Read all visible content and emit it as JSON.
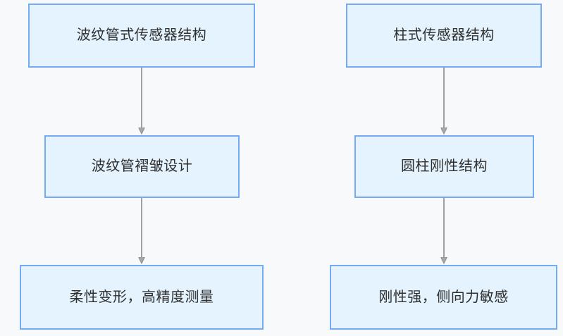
{
  "diagram": {
    "type": "flowchart",
    "orientation": "top-to-bottom",
    "columns": 2,
    "background_color": "#f8f9fb",
    "node_fill_color": "#e4f3fd",
    "node_border_color": "#75abf5",
    "node_text_color": "#2f2f2f",
    "edge_color": "#9e9e9e",
    "branches": [
      {
        "id": "bellows",
        "nodes": [
          {
            "id": "a1",
            "label": "波纹管式传感器结构"
          },
          {
            "id": "a2",
            "label": "波纹管褶皱设计"
          },
          {
            "id": "a3",
            "label": "柔性变形，高精度测量"
          }
        ],
        "edges": [
          {
            "from": "a1",
            "to": "a2",
            "arrow": "down",
            "label": ""
          },
          {
            "from": "a2",
            "to": "a3",
            "arrow": "down",
            "label": ""
          }
        ]
      },
      {
        "id": "column",
        "nodes": [
          {
            "id": "b1",
            "label": "柱式传感器结构"
          },
          {
            "id": "b2",
            "label": "圆柱刚性结构"
          },
          {
            "id": "b3",
            "label": "刚性强，侧向力敏感"
          }
        ],
        "edges": [
          {
            "from": "b1",
            "to": "b2",
            "arrow": "down",
            "label": ""
          },
          {
            "from": "b2",
            "to": "b3",
            "arrow": "down",
            "label": ""
          }
        ]
      }
    ]
  }
}
